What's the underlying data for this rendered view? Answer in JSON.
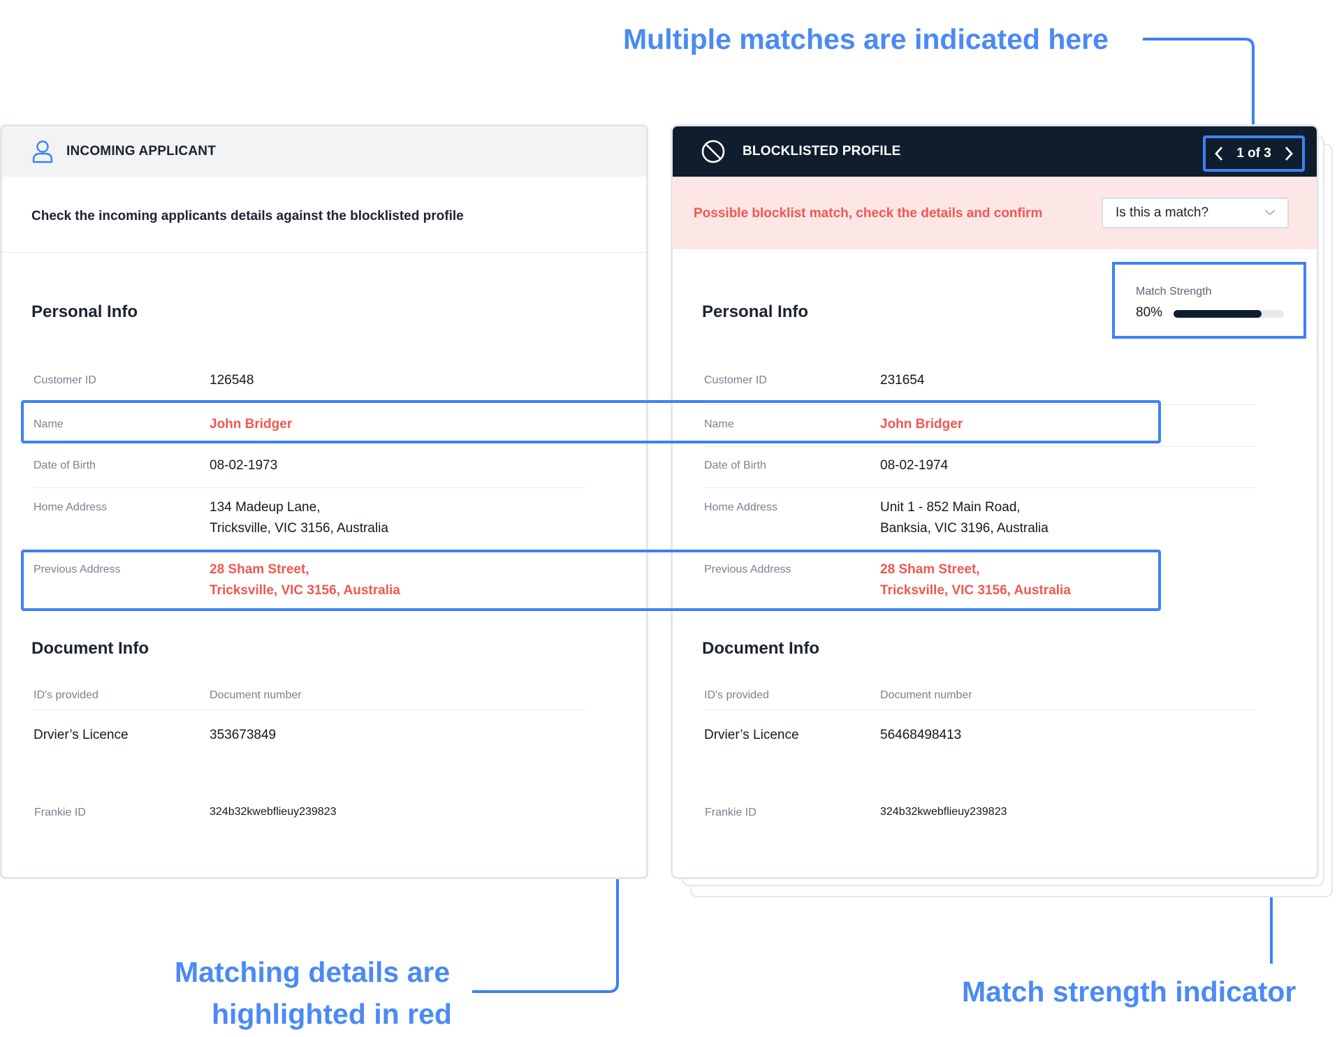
{
  "annotations": {
    "multiple_matches": "Multiple matches are indicated here",
    "matching_details_line1": "Matching details are",
    "matching_details_line2": "highlighted in red",
    "match_strength": "Match strength indicator"
  },
  "left_panel": {
    "header_title": "INCOMING APPLICANT",
    "header_icon": "user-icon",
    "intro": "Check the incoming applicants details against the blocklisted profile",
    "personal_title": "Personal Info",
    "fields": {
      "customer_id_label": "Customer ID",
      "customer_id": "126548",
      "name_label": "Name",
      "name": "John Bridger",
      "dob_label": "Date of Birth",
      "dob": "08-02-1973",
      "home_label": "Home Address",
      "home_line1": "134 Madeup Lane,",
      "home_line2": "Tricksville, VIC 3156, Australia",
      "prev_label": "Previous Address",
      "prev_line1": "28 Sham Street,",
      "prev_line2": "Tricksville, VIC 3156, Australia"
    },
    "document_title": "Document Info",
    "documents": {
      "ids_label": "ID's provided",
      "docnum_label": "Document number",
      "id_type": "Drvier’s Licence",
      "doc_number": "353673849",
      "frankie_label": "Frankie ID",
      "frankie_id": "324b32kwebflieuy239823"
    }
  },
  "right_panel": {
    "header_title": "BLOCKLISTED PROFILE",
    "header_icon": "block-icon",
    "pager": {
      "text": "1 of 3",
      "current": 1,
      "total": 3
    },
    "alert": "Possible blocklist match, check the details and confirm",
    "match_select": {
      "placeholder": "Is this a match?"
    },
    "match_strength": {
      "label": "Match Strength",
      "value_text": "80%",
      "value": 0.8
    },
    "personal_title": "Personal Info",
    "fields": {
      "customer_id_label": "Customer ID",
      "customer_id": "231654",
      "name_label": "Name",
      "name": "John Bridger",
      "dob_label": "Date of Birth",
      "dob": "08-02-1974",
      "home_label": "Home Address",
      "home_line1": "Unit 1 - 852 Main Road,",
      "home_line2": "Banksia, VIC 3196, Australia",
      "prev_label": "Previous Address",
      "prev_line1": "28 Sham Street,",
      "prev_line2": "Tricksville, VIC 3156, Australia"
    },
    "document_title": "Document Info",
    "documents": {
      "ids_label": "ID's provided",
      "docnum_label": "Document number",
      "id_type": "Drvier’s Licence",
      "doc_number": "56468498413",
      "frankie_label": "Frankie ID",
      "frankie_id": "324b32kwebflieuy239823"
    }
  },
  "colors": {
    "accent_blue": "#4a8af4",
    "highlight_red": "#f0584f",
    "dark_header": "#101d2d",
    "alert_bg": "#fde6e6"
  }
}
